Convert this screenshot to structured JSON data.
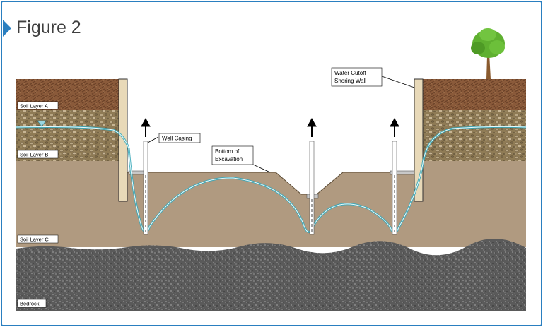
{
  "figure": {
    "title": "Figure 2"
  },
  "labels": {
    "soil_layer_a": "Soil Layer A",
    "soil_layer_b": "Soil Layer B",
    "soil_layer_c": "Soil Layer C",
    "bedrock": "Bedrock",
    "well_casing": "Well Casing",
    "bottom_line1": "Bottom of",
    "bottom_line2": "Excavation",
    "wall_line1": "Water Cutoff",
    "wall_line2": "Shoring Wall"
  },
  "colors": {
    "frame_border": "#2a7fc0",
    "soil_a": "#8a5a3a",
    "soil_b": "#8f7b55",
    "soil_c": "#b09a80",
    "bedrock": "#555555",
    "shoring_wall": "#e8d9b8",
    "water_line": "#3aa7b8"
  },
  "icons": [
    "water-table-triangle-icon",
    "tree-icon",
    "up-arrow-icon"
  ]
}
